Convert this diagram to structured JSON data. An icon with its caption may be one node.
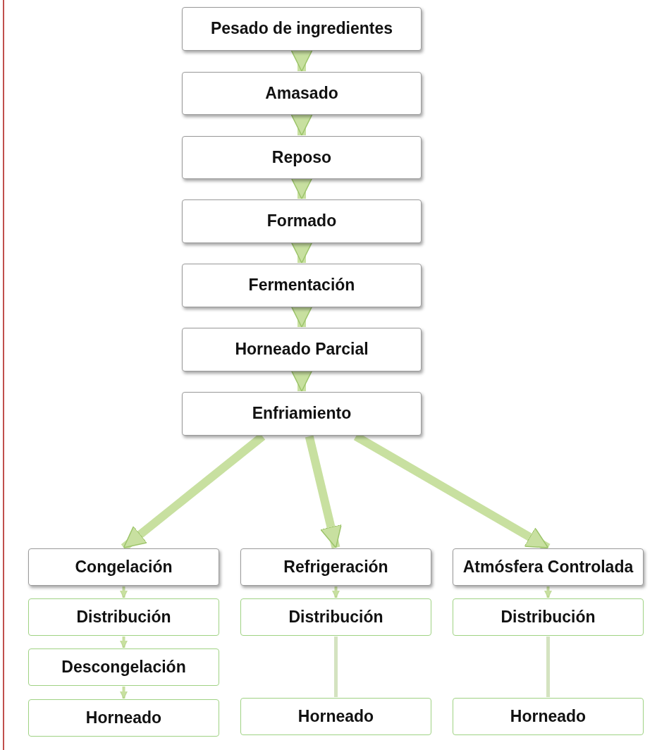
{
  "diagram": {
    "nodes": [
      {
        "text": [
          "Pesado de ingredientes"
        ]
      },
      {
        "text": [
          "Amasado"
        ]
      },
      {
        "text": [
          "Reposo"
        ]
      },
      {
        "text": [
          "Formado"
        ]
      },
      {
        "text": [
          "Fermentación"
        ]
      },
      {
        "text": [
          "Horneado Parcial"
        ]
      },
      {
        "text": [
          "Enfriamiento"
        ]
      },
      {
        "text": [
          "Congelación"
        ]
      },
      {
        "text": [
          "Distribución"
        ]
      },
      {
        "text": [
          "Descongelación"
        ]
      },
      {
        "text": [
          "Horneado"
        ]
      },
      {
        "text": [
          "Refrigeración"
        ]
      },
      {
        "text": [
          "Distribución"
        ]
      },
      {
        "text": [
          "Horneado"
        ]
      },
      {
        "text": [
          "Atmósfera Controlada"
        ]
      },
      {
        "text": [
          "Distribución"
        ]
      },
      {
        "text": [
          "Horneado"
        ]
      }
    ],
    "edges": [
      {
        "from": 0,
        "to": 1,
        "arrow": "to"
      },
      {
        "from": 1,
        "to": 2,
        "arrow": "to"
      },
      {
        "from": 2,
        "to": 3,
        "arrow": "to"
      },
      {
        "from": 3,
        "to": 4,
        "arrow": "to"
      },
      {
        "from": 4,
        "to": 5,
        "arrow": "to"
      },
      {
        "from": 5,
        "to": 6,
        "arrow": "to"
      },
      {
        "from": 6,
        "to": 7,
        "arrow": "to"
      },
      {
        "from": 6,
        "to": 11,
        "arrow": "to"
      },
      {
        "from": 6,
        "to": 14,
        "arrow": "to"
      },
      {
        "from": 7,
        "to": 8,
        "arrow": "to"
      },
      {
        "from": 8,
        "to": 9,
        "arrow": "to"
      },
      {
        "from": 9,
        "to": 10,
        "arrow": "to"
      },
      {
        "from": 11,
        "to": 12,
        "arrow": "to"
      },
      {
        "from": 12,
        "to": 13,
        "arrow": "none"
      },
      {
        "from": 14,
        "to": 15,
        "arrow": "to"
      },
      {
        "from": 15,
        "to": 16,
        "arrow": "none"
      }
    ]
  }
}
